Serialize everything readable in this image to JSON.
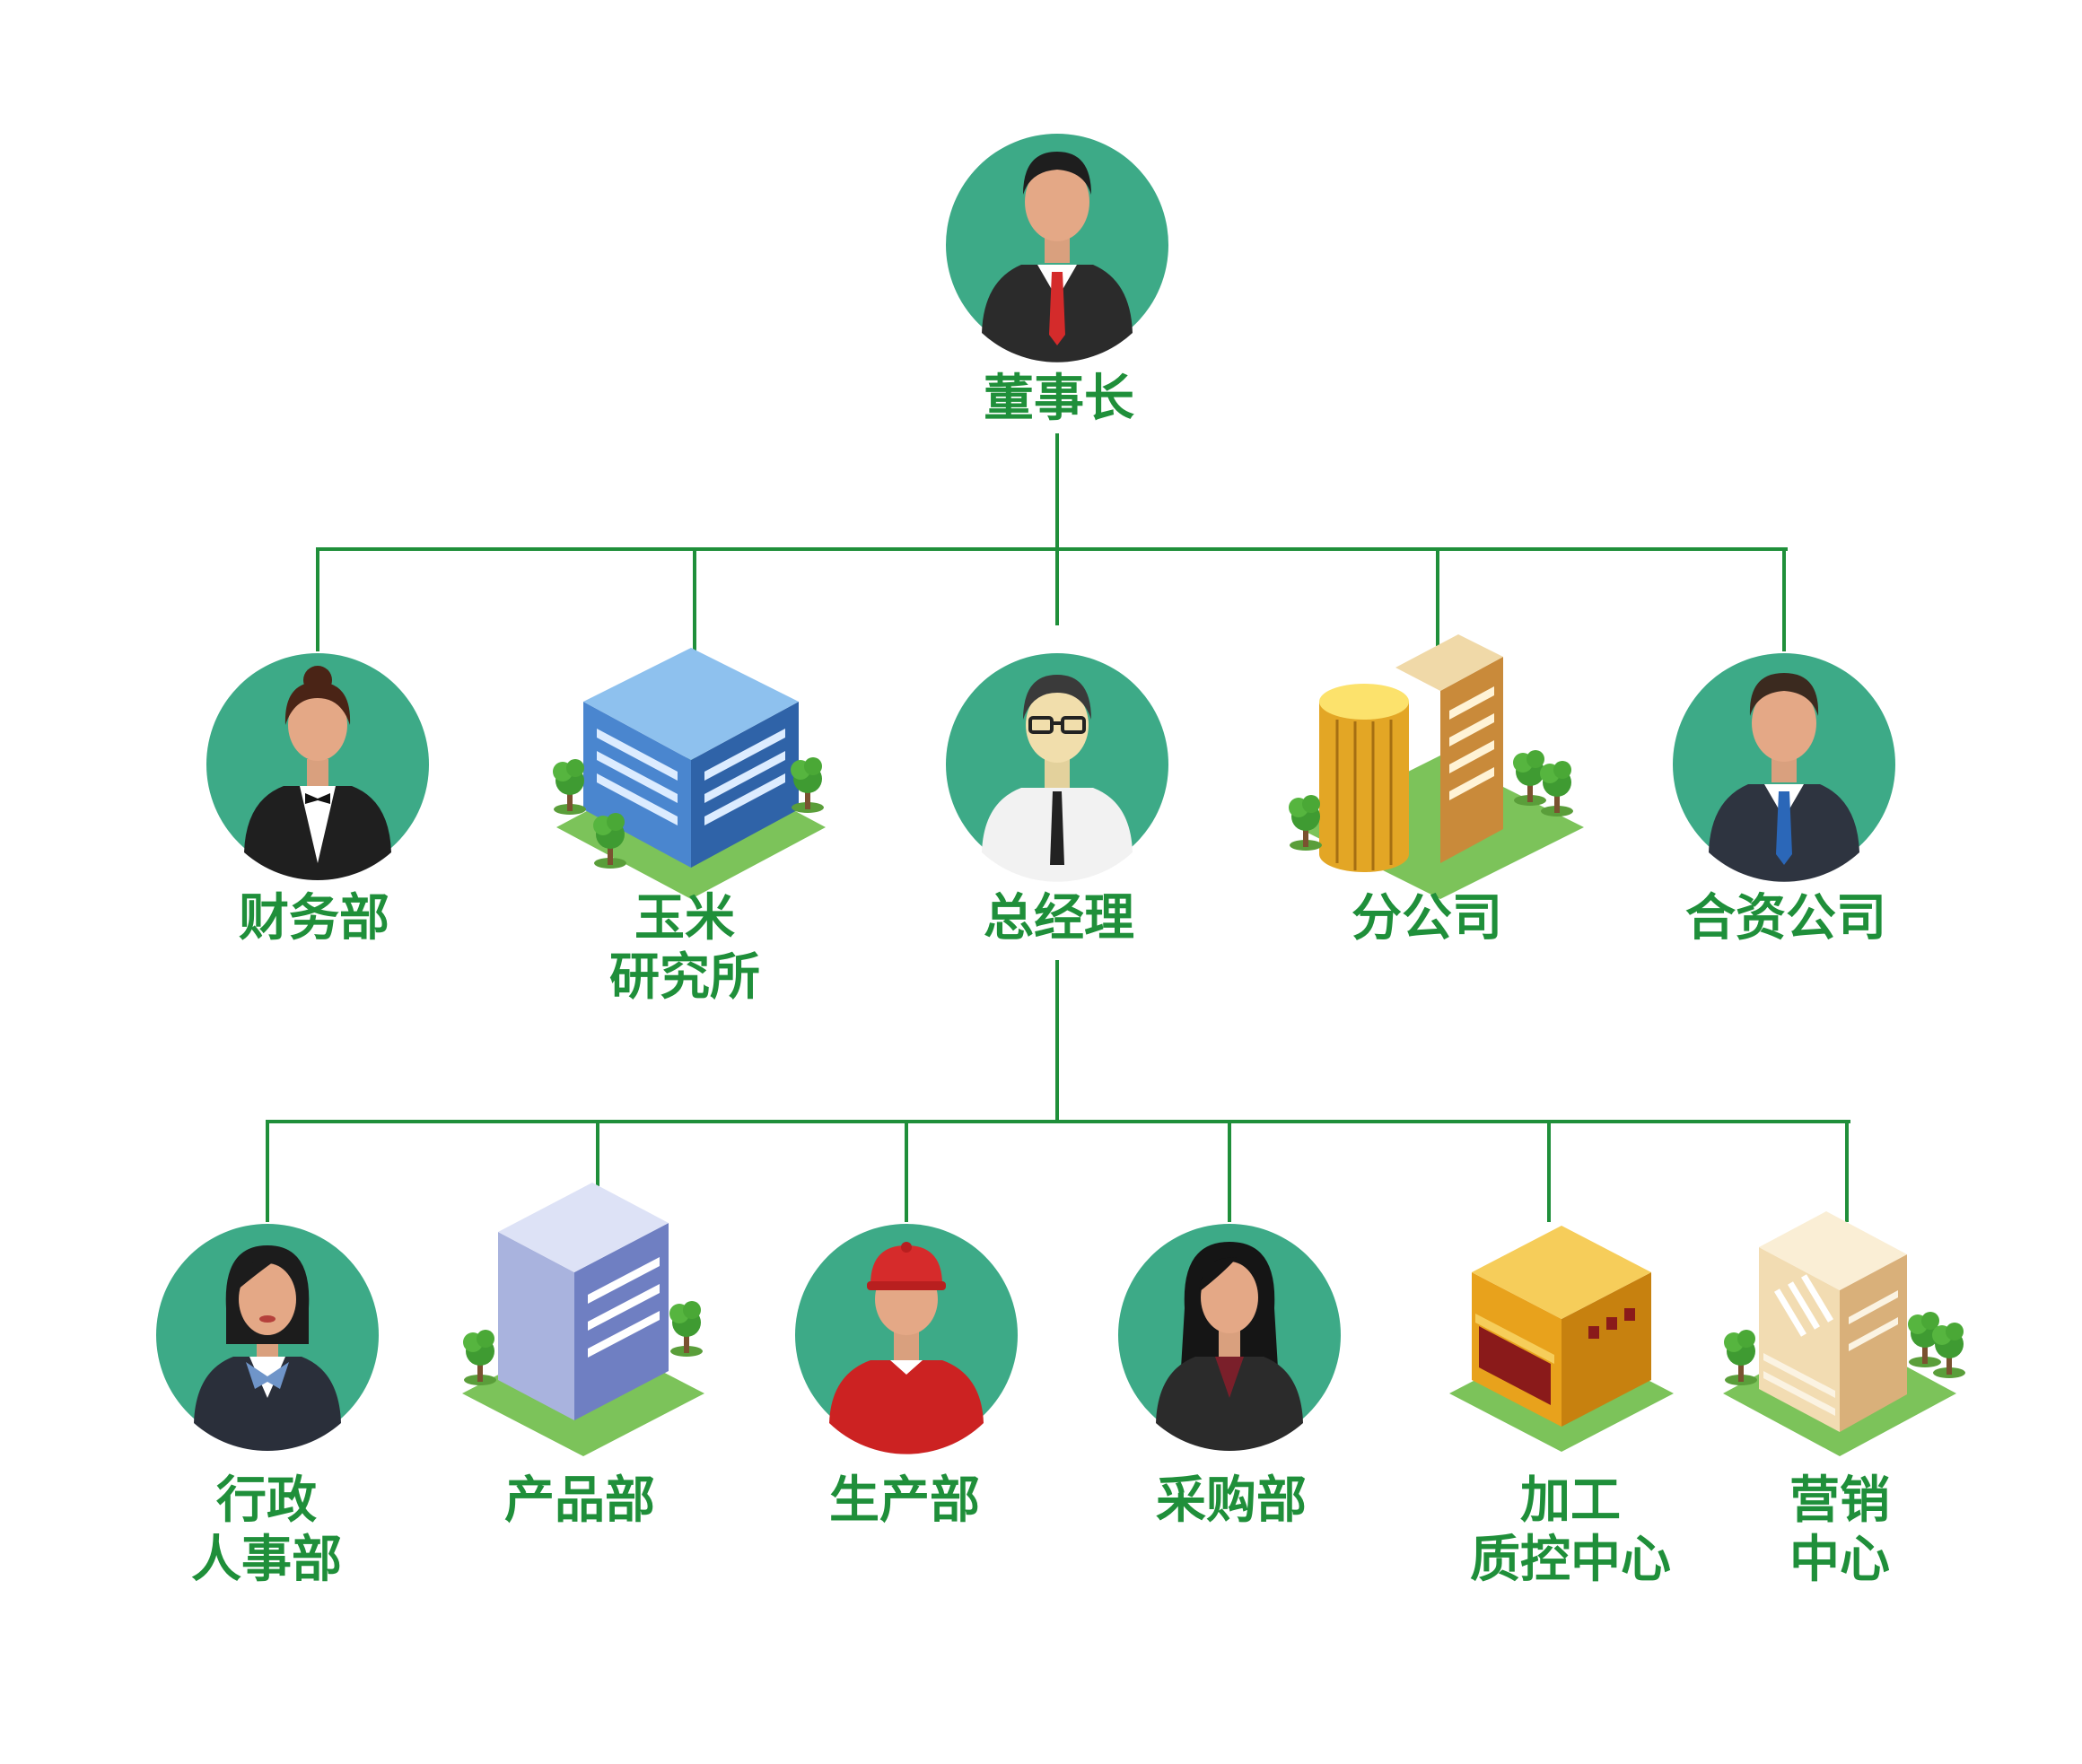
{
  "colors": {
    "line": "#1f8f3a",
    "label": "#1f8f3a",
    "avatar_bg": "#3daa87"
  },
  "nodes": {
    "chairman": {
      "line1": "董事长",
      "line2": "",
      "icon": "chairman-avatar-icon"
    },
    "finance": {
      "line1": "财务部",
      "line2": "",
      "icon": "woman-avatar-icon"
    },
    "corn_institute": {
      "line1": "玉米",
      "line2": "研究所",
      "icon": "blue-building-icon"
    },
    "general_manager": {
      "line1": "总经理",
      "line2": "",
      "icon": "man-glasses-avatar-icon"
    },
    "branch": {
      "line1": "分公司",
      "line2": "",
      "icon": "gold-building-icon"
    },
    "joint_venture": {
      "line1": "合资公司",
      "line2": "",
      "icon": "man-blue-tie-avatar-icon"
    },
    "admin_hr": {
      "line1": "行政",
      "line2": "人事部",
      "icon": "woman-scarf-avatar-icon"
    },
    "product": {
      "line1": "产品部",
      "line2": "",
      "icon": "office-building-icon"
    },
    "production": {
      "line1": "生产部",
      "line2": "",
      "icon": "worker-cap-avatar-icon"
    },
    "purchasing": {
      "line1": "采购部",
      "line2": "",
      "icon": "woman-longhair-avatar-icon"
    },
    "processing_qc": {
      "line1": "加工",
      "line2": "质控中心",
      "icon": "factory-building-icon"
    },
    "marketing": {
      "line1": "营销",
      "line2": "中心",
      "icon": "beige-building-icon"
    }
  }
}
